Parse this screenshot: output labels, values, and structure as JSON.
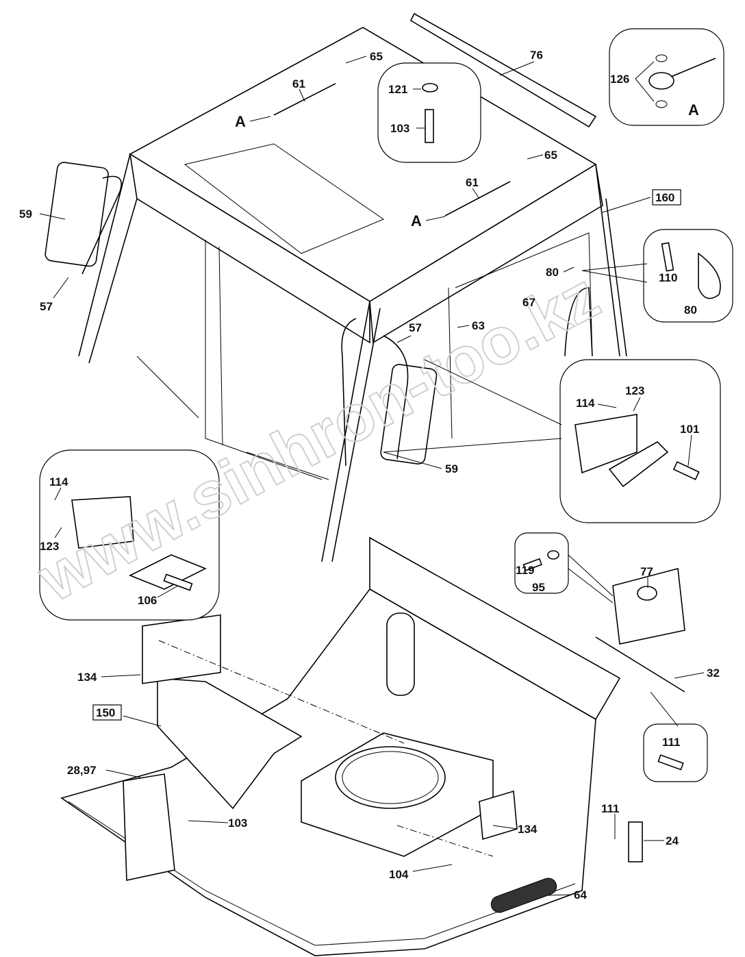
{
  "diagram": {
    "watermark": "www.sinhron-too.kz",
    "labels": [
      "65",
      "76",
      "126",
      "A",
      "61",
      "A",
      "121",
      "103",
      "65",
      "160",
      "61",
      "A",
      "59",
      "57",
      "80",
      "110",
      "80",
      "67",
      "63",
      "57",
      "123",
      "114",
      "101",
      "59",
      "114",
      "123",
      "106",
      "119",
      "95",
      "77",
      "134",
      "32",
      "150",
      "111",
      "28,97",
      "111",
      "103",
      "134",
      "24",
      "104",
      "64"
    ],
    "boxed_labels": [
      "160",
      "150"
    ]
  }
}
